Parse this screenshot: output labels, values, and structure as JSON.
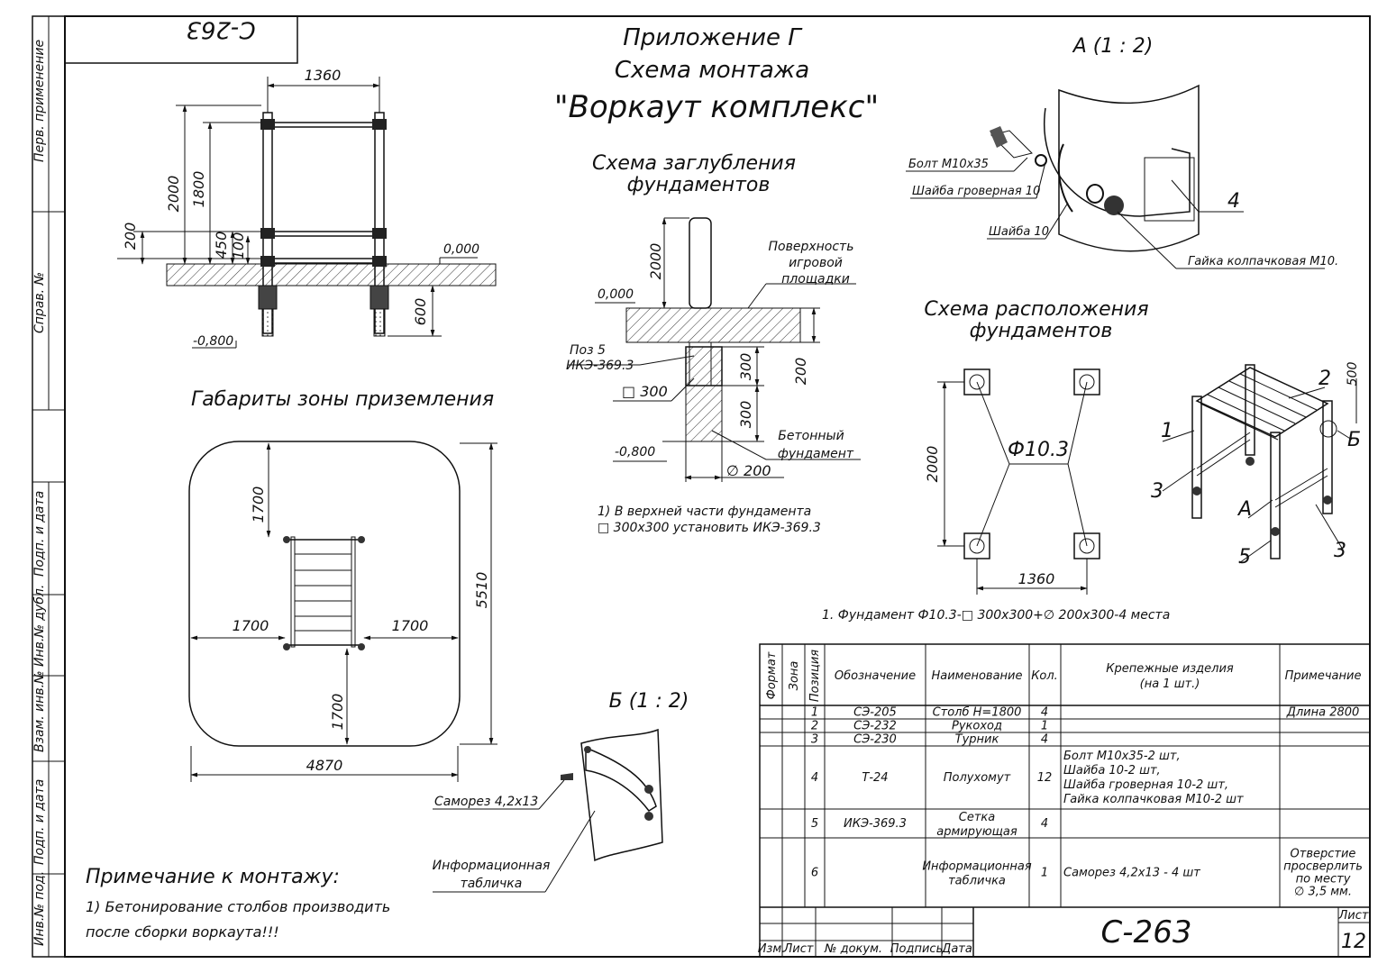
{
  "stamp_top": "C-263",
  "title": {
    "line1": "Приложение Г",
    "line2": "Схема монтажа",
    "line3": "\"Воркаут комплекс\""
  },
  "side_strip": [
    "Перв. применение",
    "Справ. №",
    "Подп. и дата",
    "Инв.№ дубл.",
    "Взам. инв.№",
    "Подп. и дата",
    "Инв.№ под."
  ],
  "front_view": {
    "width": "1360",
    "h_total": "2000",
    "h_bar": "1800",
    "h_450": "450",
    "h_100": "100",
    "h_200": "200",
    "zero": "0,000",
    "depth": "600",
    "minus": "-0,800"
  },
  "zone": {
    "title": "Габариты зоны приземления",
    "top": "1700",
    "left": "1700",
    "right": "1700",
    "bottom": "1700",
    "height": "5510",
    "width": "4870"
  },
  "depth_scheme": {
    "title1": "Схема заглубления",
    "title2": "фундаментов",
    "h2000": "2000",
    "zero": "0,000",
    "surface1": "Поверхность",
    "surface2": "игровой",
    "surface3": "площадки",
    "pos1": "Поз 5",
    "pos2": "ИКЭ-369.3",
    "sq300": "□ 300",
    "d300a": "300",
    "d300b": "300",
    "d200": "200",
    "concrete1": "Бетонный",
    "concrete2": "фундамент",
    "minus": "-0,800",
    "diam": "∅ 200",
    "note1": "1) В верхней части фундамента",
    "note2": "□ 300х300 установить ИКЭ-369.3"
  },
  "detail_a": {
    "title": "А  (1 : 2)",
    "bolt": "Болт  М10х35",
    "grover": "Шайба гроверная 10",
    "washer": "Шайба 10",
    "nut": "Гайка колпачковая М10.",
    "num": "4"
  },
  "layout": {
    "title1": "Схема расположения",
    "title2": "фундаментов",
    "label": "Ф10.3",
    "h": "2000",
    "w": "1360",
    "note": "1.      Фундамент Ф10.3-□ 300х300+∅ 200х300-4 места"
  },
  "iso": {
    "n1": "1",
    "n2": "2",
    "n3a": "3",
    "n3b": "3",
    "n5": "5",
    "a": "А",
    "b": "Б",
    "d500": "500"
  },
  "detail_b": {
    "title": "Б  (1 : 2)",
    "screw": "Саморез 4,2х13",
    "plate1": "Информационная",
    "plate2": "табличка"
  },
  "notes": {
    "title": "Примечание к монтажу:",
    "line1": "1) Бетонирование столбов производить",
    "line2": "после сборки воркаута!!!"
  },
  "table": {
    "headers": {
      "format": "Формат",
      "zone": "Зона",
      "pos": "Позиция",
      "designation": "Обозначение",
      "name": "Наименование",
      "qty": "Кол.",
      "fasteners": "Крепежные изделия",
      "fasteners2": "(на 1 шт.)",
      "note": "Примечание"
    },
    "rows": [
      {
        "pos": "1",
        "des": "СЭ-205",
        "name": "Столб Н=1800",
        "qty": "4",
        "fast": [],
        "note": [
          "Длина 2800"
        ]
      },
      {
        "pos": "2",
        "des": "СЭ-232",
        "name": "Рукоход",
        "qty": "1",
        "fast": [],
        "note": []
      },
      {
        "pos": "3",
        "des": "СЭ-230",
        "name": "Турник",
        "qty": "4",
        "fast": [],
        "note": []
      },
      {
        "pos": "4",
        "des": "Т-24",
        "name": "Полухомут",
        "qty": "12",
        "fast": [
          "Болт  М10х35-2 шт,",
          "Шайба 10-2 шт,",
          "Шайба гроверная 10-2 шт,",
          "Гайка колпачковая М10-2 шт"
        ],
        "note": []
      },
      {
        "pos": "5",
        "des": "ИКЭ-369.3",
        "name": "Сетка армирующая",
        "qty": "4",
        "fast": [],
        "note": []
      },
      {
        "pos": "6",
        "des": "",
        "name": "Информационная табличка",
        "qty": "1",
        "fast": [
          "Саморез 4,2х13 - 4 шт"
        ],
        "note": [
          "Отверстие",
          "просверлить",
          "по месту",
          "∅ 3,5 мм."
        ]
      }
    ],
    "stamp": {
      "izm": "Изм.",
      "list": "Лист",
      "doc": "№ докум.",
      "sign": "Подпись",
      "date": "Дата",
      "code": "С-263",
      "sheet_label": "Лист",
      "sheet": "12"
    }
  }
}
